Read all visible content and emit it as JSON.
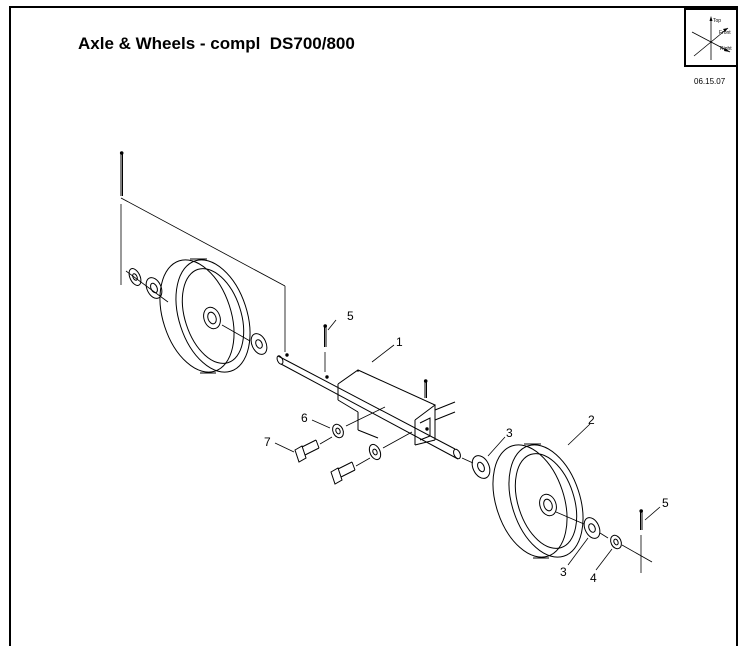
{
  "header": {
    "title": "Axle & Wheels - compl  DS700/800",
    "date": "06.15.07"
  },
  "orientation": {
    "top_label": "Top",
    "front_label": "Front",
    "right_label": "Right"
  },
  "callouts": [
    {
      "id": "c5a",
      "label": "5"
    },
    {
      "id": "c1",
      "label": "1"
    },
    {
      "id": "c6",
      "label": "6"
    },
    {
      "id": "c7",
      "label": "7"
    },
    {
      "id": "c3a",
      "label": "3"
    },
    {
      "id": "c2",
      "label": "2"
    },
    {
      "id": "c5b",
      "label": "5"
    },
    {
      "id": "c3b",
      "label": "3"
    },
    {
      "id": "c4",
      "label": "4"
    }
  ]
}
